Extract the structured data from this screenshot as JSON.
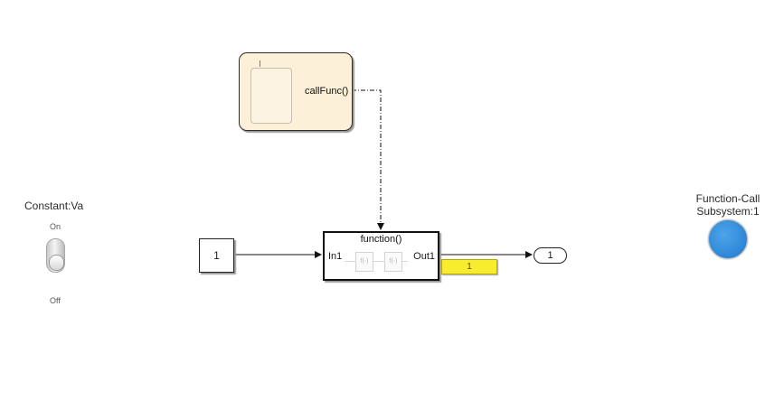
{
  "chart": {
    "event_label": "callFunc()"
  },
  "function_call_subsystem": {
    "title": "function()",
    "in_port": "In1",
    "out_port": "Out1",
    "mini_icon_left": "f(·)",
    "mini_icon_right": "f(·)"
  },
  "constant_block": {
    "value": "1"
  },
  "outport_block": {
    "number": "1"
  },
  "display_block": {
    "value": "1"
  },
  "switch_dashboard": {
    "label": "Constant:Va",
    "on_label": "On",
    "off_label": "Off"
  },
  "lamp_dashboard": {
    "label_line1": "Function-Call",
    "label_line2": "Subsystem:1",
    "color": "#2d86d6"
  },
  "colors": {
    "chart_fill": "#fdf0d8",
    "display_fill": "#f7ec2e"
  }
}
